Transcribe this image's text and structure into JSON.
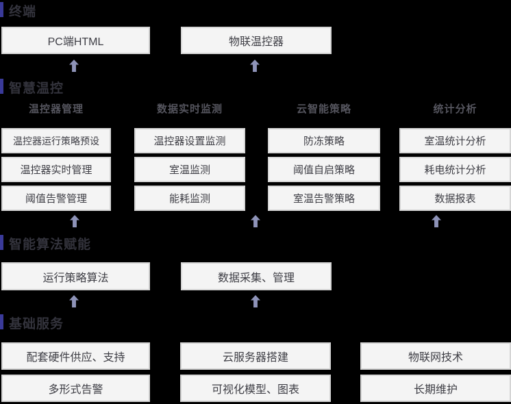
{
  "colors": {
    "background": "#000000",
    "box_bg": "#f4f4f4",
    "box_border": "#d5d5d5",
    "box_text": "#3e3e45",
    "accent_bar": "#3a3a99",
    "section_title": "#33333c",
    "column_title": "#55555e",
    "arrow": "#8e93b8"
  },
  "icons": {
    "flow_arrow": "up-arrow"
  },
  "sections": {
    "terminal": {
      "title": "终端",
      "boxes": [
        "PC端HTML",
        "物联温控器"
      ]
    },
    "smart": {
      "title": "智慧温控",
      "columns": [
        {
          "title": "温控器管理",
          "items": [
            "温控器运行策略预设",
            "温控器实时管理",
            "阈值告警管理"
          ]
        },
        {
          "title": "数据实时监测",
          "items": [
            "温控器设置监测",
            "室温监测",
            "能耗监测"
          ]
        },
        {
          "title": "云智能策略",
          "items": [
            "防冻策略",
            "阈值自启策略",
            "室温告警策略"
          ]
        },
        {
          "title": "统计分析",
          "items": [
            "室温统计分析",
            "耗电统计分析",
            "数据报表"
          ]
        }
      ]
    },
    "algorithm": {
      "title": "智能算法赋能",
      "boxes": [
        "运行策略算法",
        "数据采集、管理"
      ]
    },
    "base": {
      "title": "基础服务",
      "columns": [
        {
          "items": [
            "配套硬件供应、支持",
            "多形式告警"
          ]
        },
        {
          "items": [
            "云服务器搭建",
            "可视化模型、图表"
          ]
        },
        {
          "items": [
            "物联网技术",
            "长期维护"
          ]
        }
      ]
    }
  }
}
